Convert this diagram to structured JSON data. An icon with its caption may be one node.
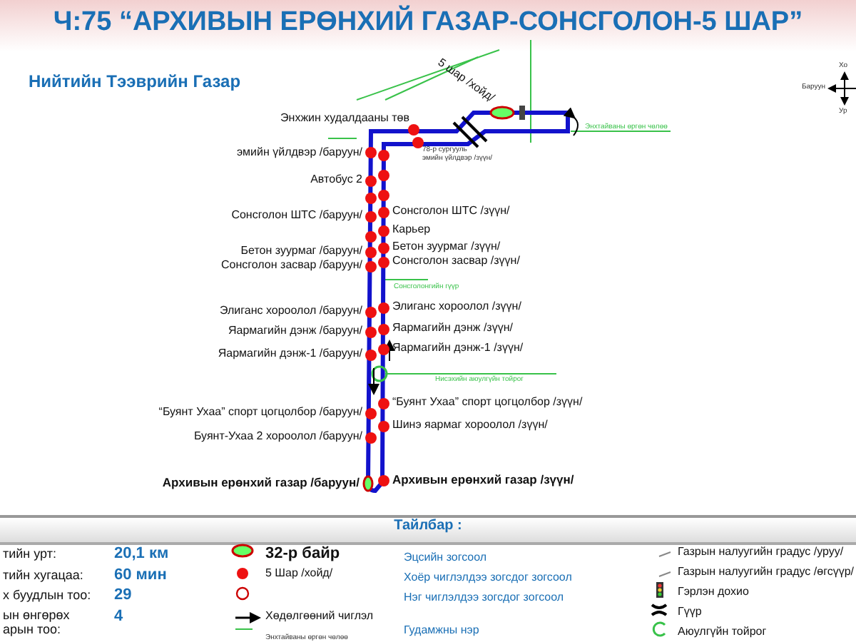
{
  "diagram": {
    "title": "Ч:75 “АРХИВЫН ЕРӨНХИЙ ГАЗАР-СОНСГОЛОН-5 ШАР”",
    "labels": [
      "Нийтийн Тээврийн Газар",
      "5 шар /хойд/",
      "Энхжин худалдааны төв",
      "Энхтайваны өргөн чөлөө",
      "78-р сургууль",
      "эмийн үйлдвэр /зүүн/",
      "эмийн үйлдвэр /баруун/",
      "Автобус 2",
      "Сонсголон ШТС /зүүн/",
      "Сонсголон ШТС /баруун/",
      "Карьер",
      "Бетон зуурмаг /зүүн/",
      "Бетон зуурмаг /баруун/",
      "Сонсголон засвар /зүүн/",
      "Сонсголон засвар /баруун/",
      "Сонсголонгийн гүүр",
      "Элиганс хороолол /баруун/",
      "Элиганс хороолол /зүүн/",
      "Яармагийн дэнж /баруун/",
      "Яармагийн дэнж /зүүн/",
      "Яармагийн дэнж-1 /баруун/",
      "Яармагийн дэнж-1 /зүүн/",
      "Нисэхийн аюулгүйн тойрог",
      "“Буянт Ухаа” спорт цогцолбор /зүүн/",
      "“Буянт Ухаа” спорт цогцолбор /баруун/",
      "Шинэ яармаг хороолол /зүүн/",
      "Буянт-Ухаа 2 хороолол /баруун/",
      "Архивын ерөнхий газар /баруун/",
      "Архивын ерөнхий газар /зүүн/",
      "Хо",
      "Баруун",
      "Ур",
      "Тайлбар :",
      "тийн урт:",
      "20,1 км",
      "тийн хугацаа:",
      "60 мин",
      "х буудлын тоо:",
      "29",
      "ын өнгөрөх арын тоо:",
      "4",
      "32-р байр",
      "5 Шар /хойд/",
      "Энхтайваны өргөн чөлөө"
    ],
    "legend": [
      {
        "text": "Хөдөлгөөний чиглэл"
      },
      {
        "text": "Эцсийн зогсоол"
      },
      {
        "text": "Хоёр чиглэлдээ зогсдог зогсоол",
        "color": "#ee1111"
      },
      {
        "text": "Нэг чиглэлдээ зогсдог зогсоол"
      },
      {
        "text": "Гудамжны нэр"
      },
      {
        "text": "Газрын налуугийн градус /уруу/"
      },
      {
        "text": "Газрын налуугийн градус /өгсүүр/"
      },
      {
        "text": "Гэрлэн дохио"
      },
      {
        "text": "Гүүр"
      },
      {
        "text": "Аюулгүйн тойрог"
      }
    ]
  }
}
